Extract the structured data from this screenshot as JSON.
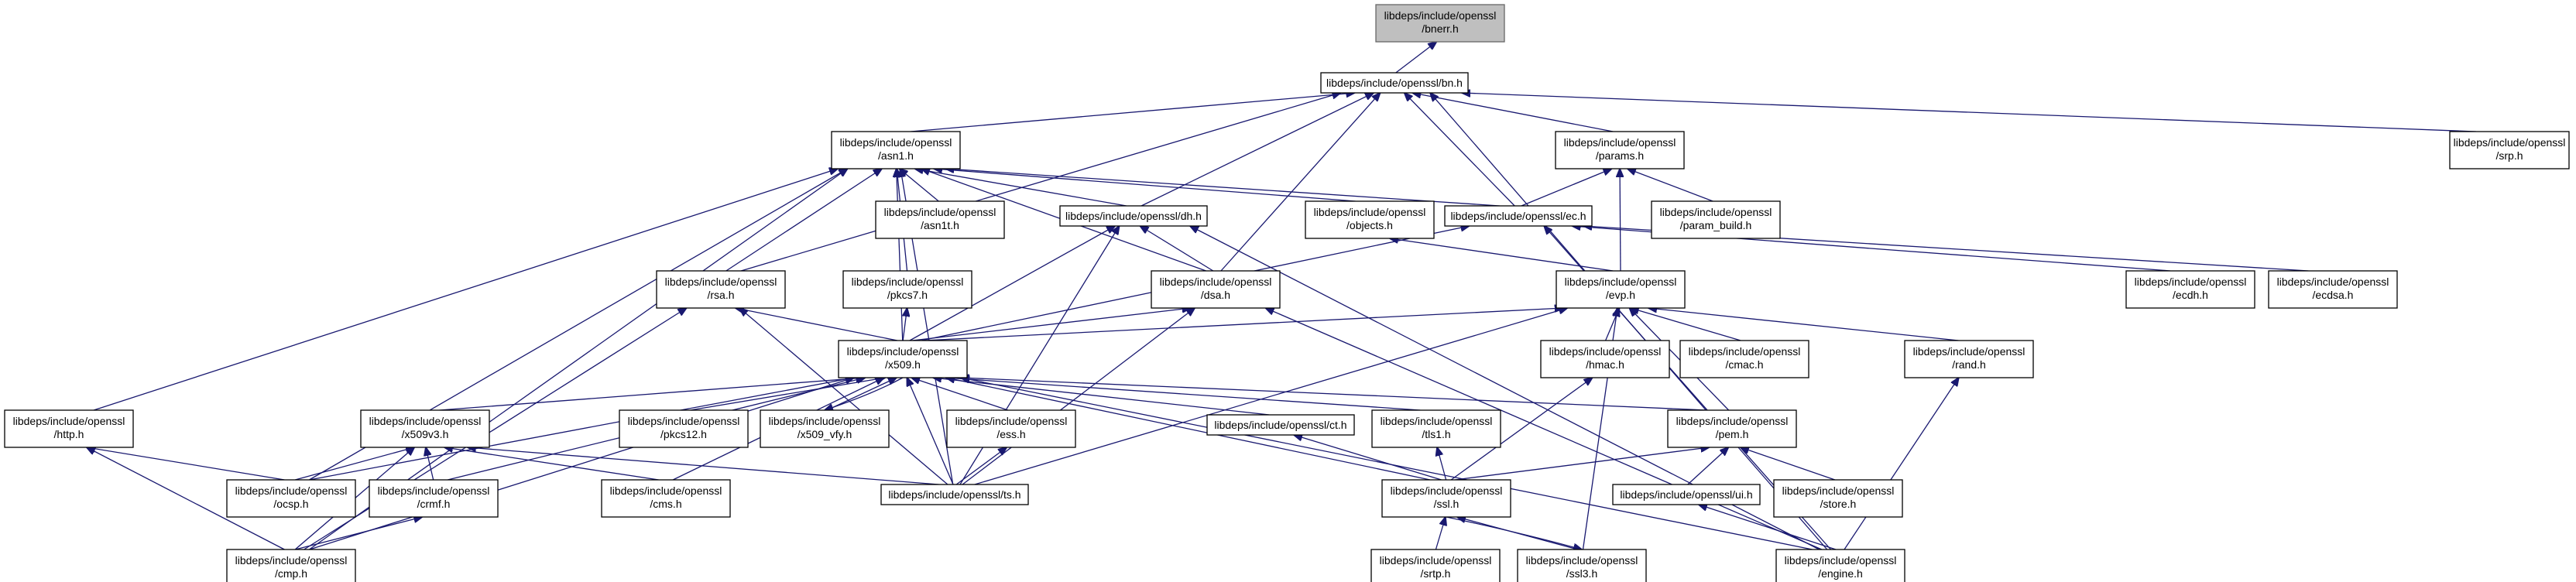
{
  "diagram": {
    "nodes": [
      {
        "id": "bnerr",
        "lines": [
          "libdeps/include/openssl",
          "/bnerr.h"
        ],
        "root": true
      },
      {
        "id": "bn",
        "lines": [
          "libdeps/include/openssl/bn.h"
        ]
      },
      {
        "id": "asn1",
        "lines": [
          "libdeps/include/openssl",
          "/asn1.h"
        ]
      },
      {
        "id": "params",
        "lines": [
          "libdeps/include/openssl",
          "/params.h"
        ]
      },
      {
        "id": "srp",
        "lines": [
          "libdeps/include/openssl",
          "/srp.h"
        ]
      },
      {
        "id": "asn1t",
        "lines": [
          "libdeps/include/openssl",
          "/asn1t.h"
        ]
      },
      {
        "id": "dh",
        "lines": [
          "libdeps/include/openssl/dh.h"
        ]
      },
      {
        "id": "objects",
        "lines": [
          "libdeps/include/openssl",
          "/objects.h"
        ]
      },
      {
        "id": "ec",
        "lines": [
          "libdeps/include/openssl/ec.h"
        ]
      },
      {
        "id": "param_build",
        "lines": [
          "libdeps/include/openssl",
          "/param_build.h"
        ]
      },
      {
        "id": "rsa",
        "lines": [
          "libdeps/include/openssl",
          "/rsa.h"
        ]
      },
      {
        "id": "pkcs7",
        "lines": [
          "libdeps/include/openssl",
          "/pkcs7.h"
        ]
      },
      {
        "id": "dsa",
        "lines": [
          "libdeps/include/openssl",
          "/dsa.h"
        ]
      },
      {
        "id": "evp",
        "lines": [
          "libdeps/include/openssl",
          "/evp.h"
        ]
      },
      {
        "id": "ecdh",
        "lines": [
          "libdeps/include/openssl",
          "/ecdh.h"
        ]
      },
      {
        "id": "ecdsa",
        "lines": [
          "libdeps/include/openssl",
          "/ecdsa.h"
        ]
      },
      {
        "id": "x509",
        "lines": [
          "libdeps/include/openssl",
          "/x509.h"
        ]
      },
      {
        "id": "hmac",
        "lines": [
          "libdeps/include/openssl",
          "/hmac.h"
        ]
      },
      {
        "id": "cmac",
        "lines": [
          "libdeps/include/openssl",
          "/cmac.h"
        ]
      },
      {
        "id": "rand",
        "lines": [
          "libdeps/include/openssl",
          "/rand.h"
        ]
      },
      {
        "id": "http",
        "lines": [
          "libdeps/include/openssl",
          "/http.h"
        ]
      },
      {
        "id": "x509v3",
        "lines": [
          "libdeps/include/openssl",
          "/x509v3.h"
        ]
      },
      {
        "id": "pkcs12",
        "lines": [
          "libdeps/include/openssl",
          "/pkcs12.h"
        ]
      },
      {
        "id": "x509_vfy",
        "lines": [
          "libdeps/include/openssl",
          "/x509_vfy.h"
        ]
      },
      {
        "id": "ess",
        "lines": [
          "libdeps/include/openssl",
          "/ess.h"
        ]
      },
      {
        "id": "ct",
        "lines": [
          "libdeps/include/openssl/ct.h"
        ]
      },
      {
        "id": "tls1",
        "lines": [
          "libdeps/include/openssl",
          "/tls1.h"
        ]
      },
      {
        "id": "pem",
        "lines": [
          "libdeps/include/openssl",
          "/pem.h"
        ]
      },
      {
        "id": "ocsp",
        "lines": [
          "libdeps/include/openssl",
          "/ocsp.h"
        ]
      },
      {
        "id": "crmf",
        "lines": [
          "libdeps/include/openssl",
          "/crmf.h"
        ]
      },
      {
        "id": "cms",
        "lines": [
          "libdeps/include/openssl",
          "/cms.h"
        ]
      },
      {
        "id": "ts",
        "lines": [
          "libdeps/include/openssl/ts.h"
        ]
      },
      {
        "id": "ssl",
        "lines": [
          "libdeps/include/openssl",
          "/ssl.h"
        ]
      },
      {
        "id": "ui",
        "lines": [
          "libdeps/include/openssl/ui.h"
        ]
      },
      {
        "id": "store",
        "lines": [
          "libdeps/include/openssl",
          "/store.h"
        ]
      },
      {
        "id": "cmp",
        "lines": [
          "libdeps/include/openssl",
          "/cmp.h"
        ]
      },
      {
        "id": "srtp",
        "lines": [
          "libdeps/include/openssl",
          "/srtp.h"
        ]
      },
      {
        "id": "ssl3",
        "lines": [
          "libdeps/include/openssl",
          "/ssl3.h"
        ]
      },
      {
        "id": "engine",
        "lines": [
          "libdeps/include/openssl",
          "/engine.h"
        ]
      }
    ],
    "edges": [
      [
        "bn",
        "bnerr"
      ],
      [
        "asn1",
        "bn"
      ],
      [
        "params",
        "bn"
      ],
      [
        "srp",
        "bn"
      ],
      [
        "dh",
        "bn"
      ],
      [
        "ec",
        "bn"
      ],
      [
        "rsa",
        "bn"
      ],
      [
        "dsa",
        "bn"
      ],
      [
        "engine",
        "bn"
      ],
      [
        "asn1t",
        "asn1"
      ],
      [
        "dh",
        "asn1"
      ],
      [
        "objects",
        "asn1"
      ],
      [
        "ec",
        "asn1"
      ],
      [
        "rsa",
        "asn1"
      ],
      [
        "pkcs7",
        "asn1"
      ],
      [
        "dsa",
        "asn1"
      ],
      [
        "x509",
        "asn1"
      ],
      [
        "http",
        "asn1"
      ],
      [
        "ocsp",
        "asn1"
      ],
      [
        "ts",
        "asn1"
      ],
      [
        "cmp",
        "asn1"
      ],
      [
        "ec",
        "params"
      ],
      [
        "param_build",
        "params"
      ],
      [
        "evp",
        "params"
      ],
      [
        "evp",
        "objects"
      ],
      [
        "dsa",
        "dh"
      ],
      [
        "x509",
        "dh"
      ],
      [
        "ts",
        "dh"
      ],
      [
        "engine",
        "dh"
      ],
      [
        "x509",
        "ec"
      ],
      [
        "ecdh",
        "ec"
      ],
      [
        "ecdsa",
        "ec"
      ],
      [
        "engine",
        "ec"
      ],
      [
        "x509",
        "rsa"
      ],
      [
        "ts",
        "rsa"
      ],
      [
        "cmp",
        "rsa"
      ],
      [
        "x509",
        "pkcs7"
      ],
      [
        "x509",
        "dsa"
      ],
      [
        "ts",
        "dsa"
      ],
      [
        "engine",
        "dsa"
      ],
      [
        "x509",
        "evp"
      ],
      [
        "hmac",
        "evp"
      ],
      [
        "cmac",
        "evp"
      ],
      [
        "rand",
        "evp"
      ],
      [
        "pem",
        "evp"
      ],
      [
        "ts",
        "evp"
      ],
      [
        "ssl3",
        "evp"
      ],
      [
        "engine",
        "rand"
      ],
      [
        "ssl",
        "hmac"
      ],
      [
        "x509v3",
        "x509"
      ],
      [
        "pkcs12",
        "x509"
      ],
      [
        "x509_vfy",
        "x509"
      ],
      [
        "ess",
        "x509"
      ],
      [
        "ct",
        "x509"
      ],
      [
        "tls1",
        "x509"
      ],
      [
        "pem",
        "x509"
      ],
      [
        "ocsp",
        "x509"
      ],
      [
        "crmf",
        "x509"
      ],
      [
        "cms",
        "x509"
      ],
      [
        "ts",
        "x509"
      ],
      [
        "ssl",
        "x509"
      ],
      [
        "cmp",
        "x509"
      ],
      [
        "engine",
        "x509"
      ],
      [
        "x509",
        "x509_vfy"
      ],
      [
        "ocsp",
        "http"
      ],
      [
        "cmp",
        "http"
      ],
      [
        "ocsp",
        "x509v3"
      ],
      [
        "crmf",
        "x509v3"
      ],
      [
        "cms",
        "x509v3"
      ],
      [
        "ts",
        "x509v3"
      ],
      [
        "cmp",
        "x509v3"
      ],
      [
        "ts",
        "ess"
      ],
      [
        "ssl",
        "ct"
      ],
      [
        "ssl",
        "tls1"
      ],
      [
        "ssl",
        "pem"
      ],
      [
        "ui",
        "pem"
      ],
      [
        "store",
        "pem"
      ],
      [
        "cmp",
        "crmf"
      ],
      [
        "engine",
        "ui"
      ],
      [
        "srtp",
        "ssl"
      ],
      [
        "ssl3",
        "ssl"
      ],
      [
        "ssl",
        "ssl3"
      ]
    ]
  }
}
